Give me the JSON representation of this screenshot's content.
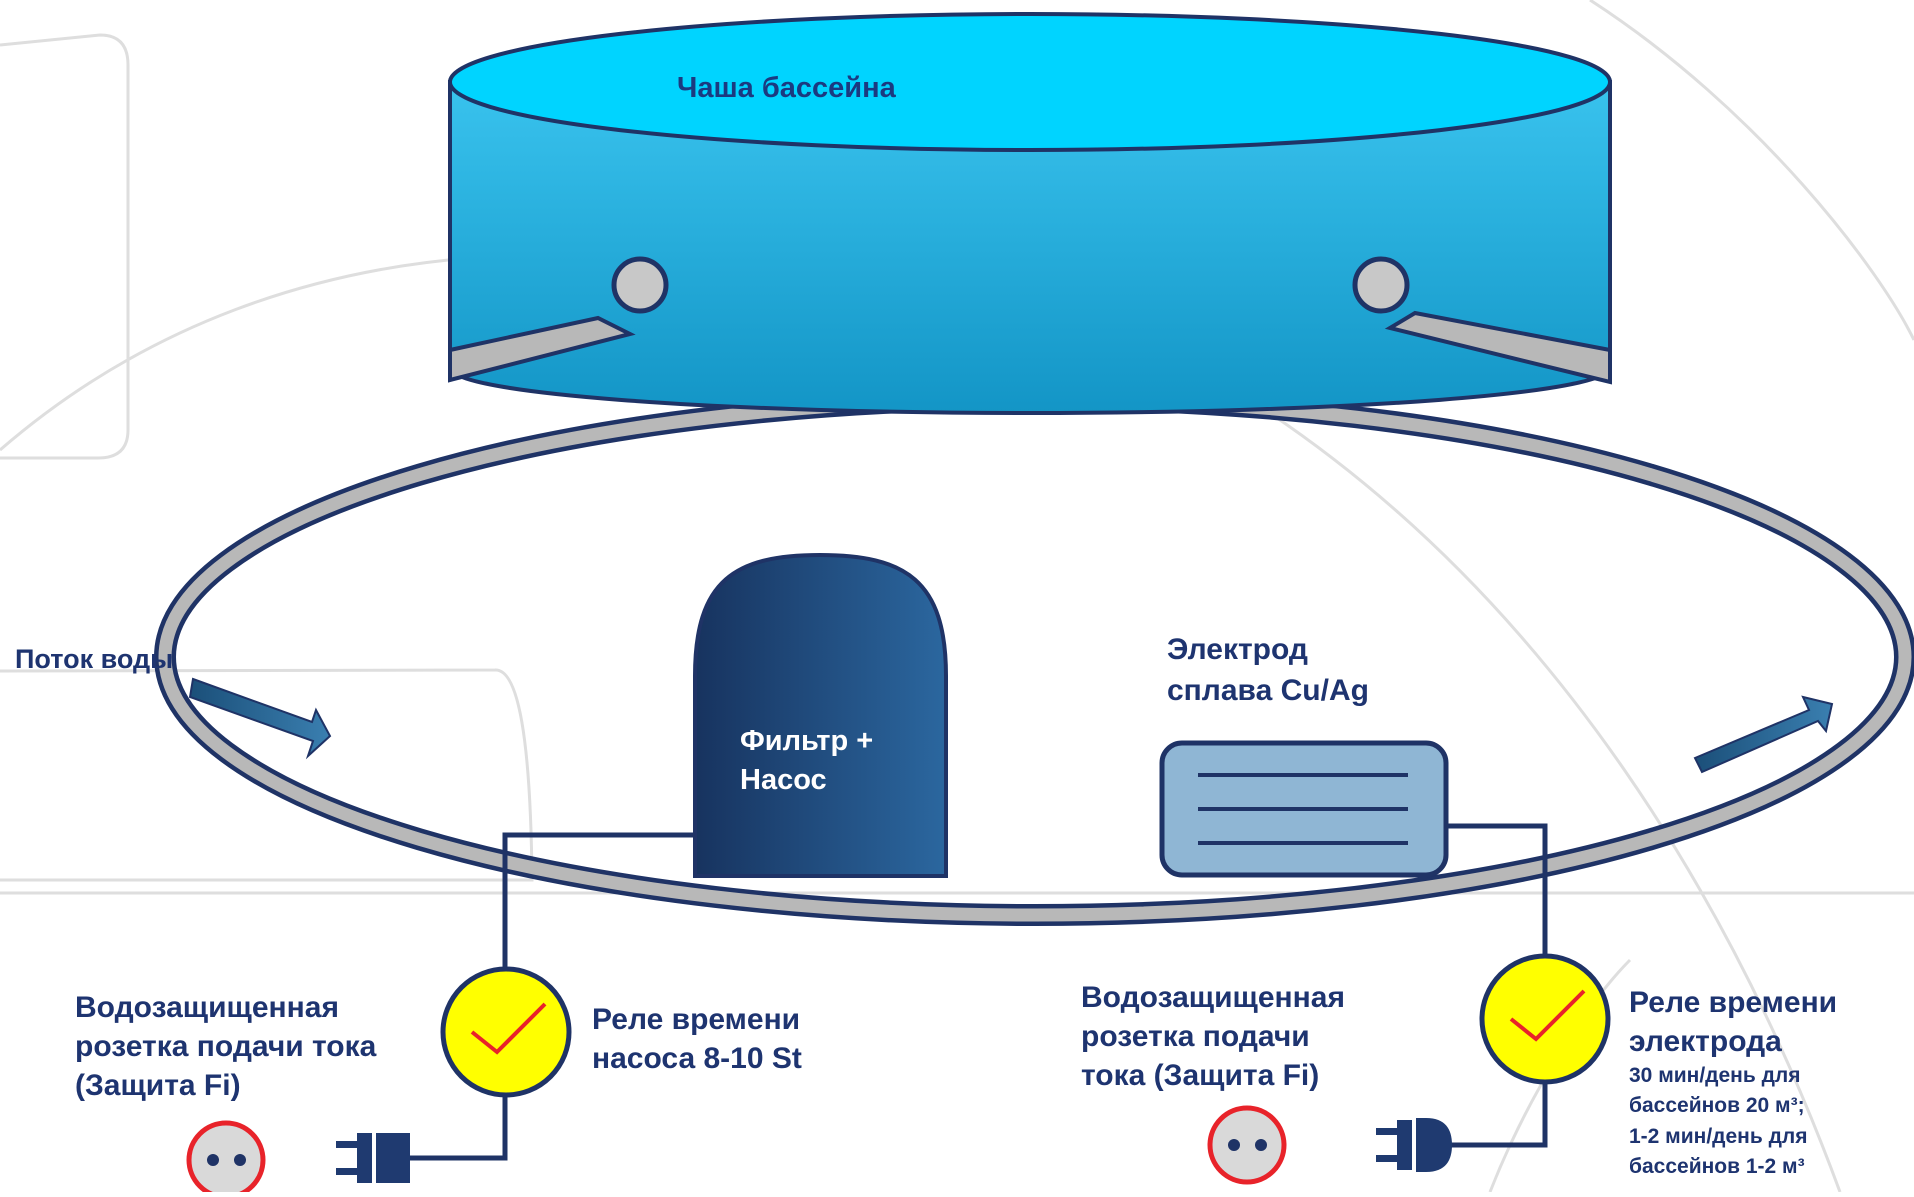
{
  "pool": {
    "label": "Чаша бассейна"
  },
  "flow": {
    "label": "Поток воды"
  },
  "filter": {
    "lines": [
      "Фильтр +",
      "Насос"
    ]
  },
  "electrode": {
    "lines": [
      "Электрод",
      "сплава Cu/Ag"
    ]
  },
  "socket_left": {
    "lines": [
      "Водозащищенная",
      "розетка подачи тока",
      "(Защита Fi)"
    ]
  },
  "relay_left": {
    "lines": [
      "Реле времени",
      "насоса 8-10 St"
    ]
  },
  "socket_right": {
    "lines": [
      "Водозащищенная",
      "розетка подачи",
      "тока (Защита Fi)"
    ]
  },
  "relay_right": {
    "lines": [
      "Реле времени",
      "электрода"
    ],
    "notes": [
      "30 мин/день для",
      "бассейнов 20 м³;",
      "1-2 мин/день для",
      "бассейнов 1-2 м³"
    ]
  },
  "colors": {
    "pool_top": "#00d4ff",
    "pool_body": "#1ea8d8",
    "pipe": "#b8b8b8",
    "outline": "#1f3366",
    "filter": "#1f4f8a",
    "electrode": "#8fb6d4",
    "relay": "#ffff00",
    "check": "#e8232a",
    "plug": "#1f3a70",
    "socket_ring": "#e8232a"
  }
}
